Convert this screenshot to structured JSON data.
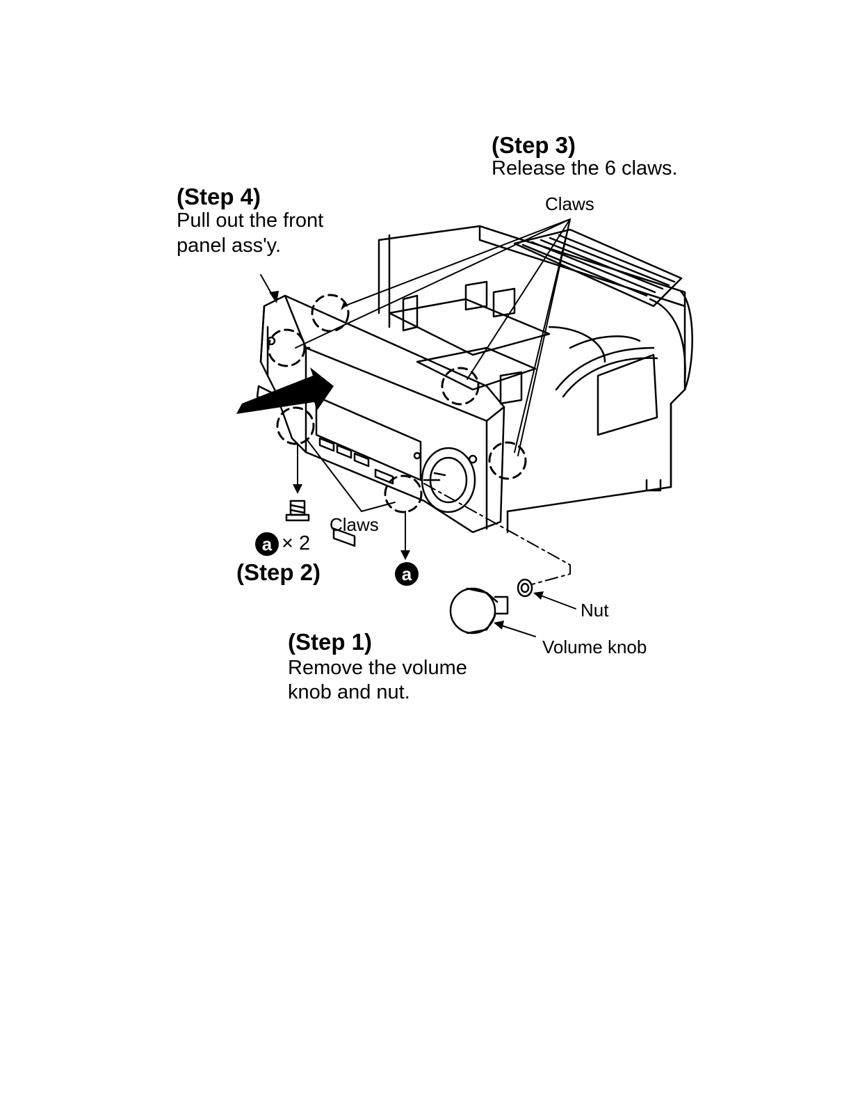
{
  "step3": {
    "title": "(Step 3)",
    "text": "Release the 6 claws."
  },
  "step4": {
    "title": "(Step 4)",
    "text_line1": "Pull out the front",
    "text_line2": "panel ass'y."
  },
  "step2": {
    "title": "(Step 2)",
    "screw_badge": "a",
    "multiplier": "× 2"
  },
  "step1": {
    "title": "(Step 1)",
    "text_line1": "Remove the volume",
    "text_line2": "knob and nut."
  },
  "labels": {
    "claws_top": "Claws",
    "claws_bottom": "Claws",
    "nut": "Nut",
    "volume_knob": "Volume knob",
    "screw_badge_b": "a"
  }
}
